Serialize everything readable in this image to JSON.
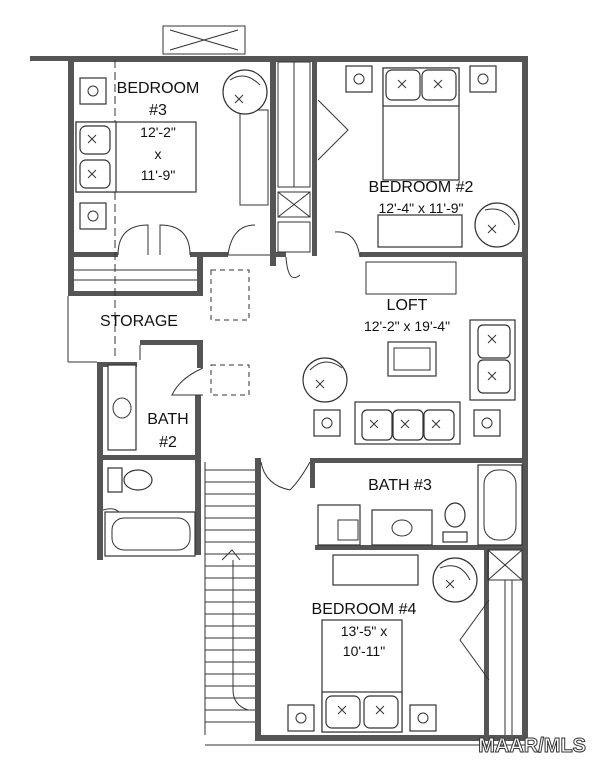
{
  "rooms": {
    "bedroom3": {
      "name_line1": "BEDROOM",
      "name_line2": "#3",
      "dim_line1": "12'-2\"",
      "dim_line2": "x",
      "dim_line3": "11'-9\""
    },
    "bedroom2": {
      "name": "BEDROOM #2",
      "dims": "12'-4\" x 11'-9\""
    },
    "storage": {
      "name": "STORAGE"
    },
    "loft": {
      "name": "LOFT",
      "dims": "12'-2\" x 19'-4\""
    },
    "bath2": {
      "name_line1": "BATH",
      "name_line2": "#2"
    },
    "bath3": {
      "name": "BATH #3"
    },
    "bedroom4": {
      "name": "BEDROOM #4",
      "dim_line1": "13'-5\" x",
      "dim_line2": "10'-11\""
    }
  },
  "watermark": "MAAR/MLS",
  "colors": {
    "wall": "#555555",
    "line": "#333333",
    "background": "#ffffff"
  }
}
